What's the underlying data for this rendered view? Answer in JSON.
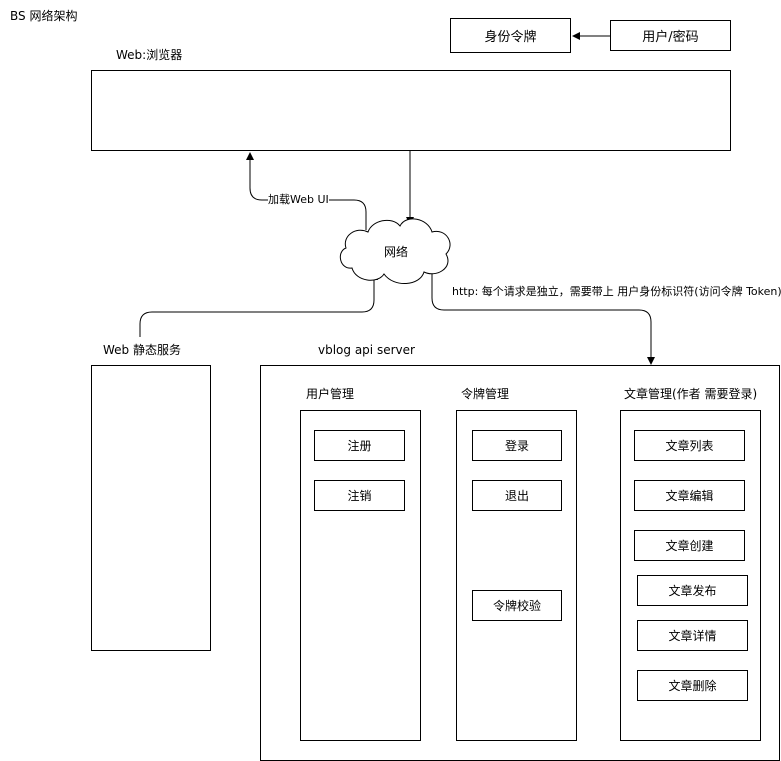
{
  "title": "BS 网络架构",
  "identity_token": "身份令牌",
  "user_password": "用户/密码",
  "browser_label": "Web:浏览器",
  "network": "网络",
  "load_web_ui": "加载Web UI",
  "http_note": "http: 每个请求是独立，需要带上 用户身份标识符(访问令牌 Token)",
  "static_service": "Web 静态服务",
  "api_server": "vblog api server",
  "user_mgmt": {
    "title": "用户管理",
    "items": [
      "注册",
      "注销"
    ]
  },
  "token_mgmt": {
    "title": "令牌管理",
    "items": [
      "登录",
      "退出",
      "令牌校验"
    ]
  },
  "article_mgmt": {
    "title": "文章管理(作者 需要登录)",
    "items": [
      "文章列表",
      "文章编辑",
      "文章创建",
      "文章发布",
      "文章详情",
      "文章删除"
    ]
  }
}
